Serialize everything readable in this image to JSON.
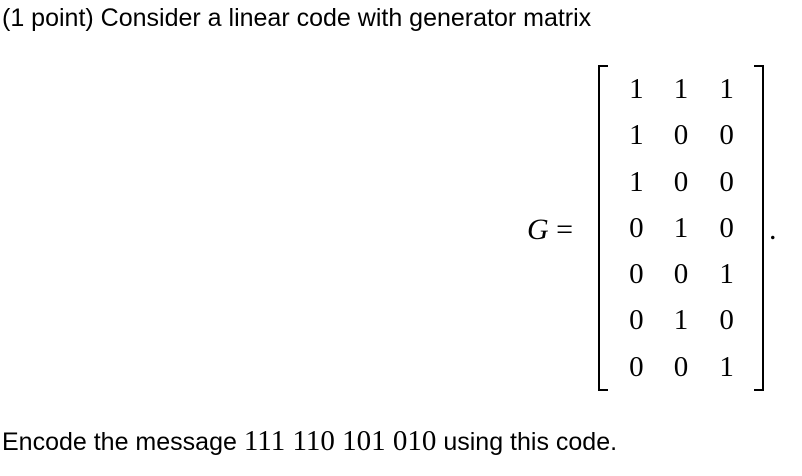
{
  "problem": {
    "points": "(1 point)",
    "statement": "Consider a linear code with generator matrix"
  },
  "equation": {
    "symbol": "G",
    "relation": "=",
    "terminator": ".",
    "matrix": [
      [
        "1",
        "1",
        "1"
      ],
      [
        "1",
        "0",
        "0"
      ],
      [
        "1",
        "0",
        "0"
      ],
      [
        "0",
        "1",
        "0"
      ],
      [
        "0",
        "0",
        "1"
      ],
      [
        "0",
        "1",
        "0"
      ],
      [
        "0",
        "0",
        "1"
      ]
    ]
  },
  "instruction": {
    "before": "Encode the message",
    "message": "111 110 101 010",
    "after": "using this code."
  }
}
